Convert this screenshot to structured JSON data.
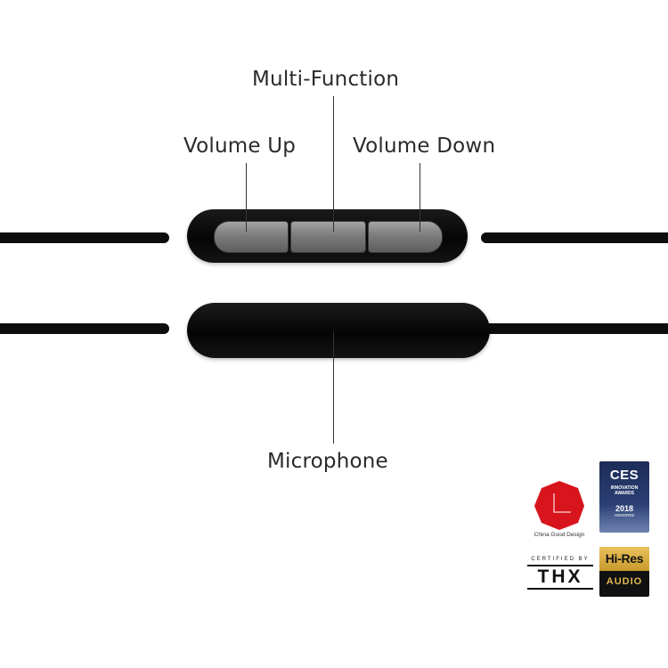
{
  "labels": {
    "multi_function": "Multi-Function",
    "volume_up": "Volume Up",
    "volume_down": "Volume Down",
    "microphone": "Microphone"
  },
  "badges": {
    "china_good_design": "China Good Design",
    "ces_logo": "CES",
    "ces_line1": "INNOVATION",
    "ces_line2": "AWARDS",
    "ces_year": "2018",
    "ces_honoree": "HONOREE",
    "thx_certified": "CERTIFIED BY",
    "thx_logo": "THX",
    "hires_top": "Hi-Res",
    "hires_bottom": "AUDIO"
  },
  "colors": {
    "cable": "#0d0d0d",
    "button_silver": "#8a8a8a",
    "cgd_red": "#d8141c",
    "ces_blue": "#1c2c58",
    "hires_gold": "#d6a93d"
  }
}
